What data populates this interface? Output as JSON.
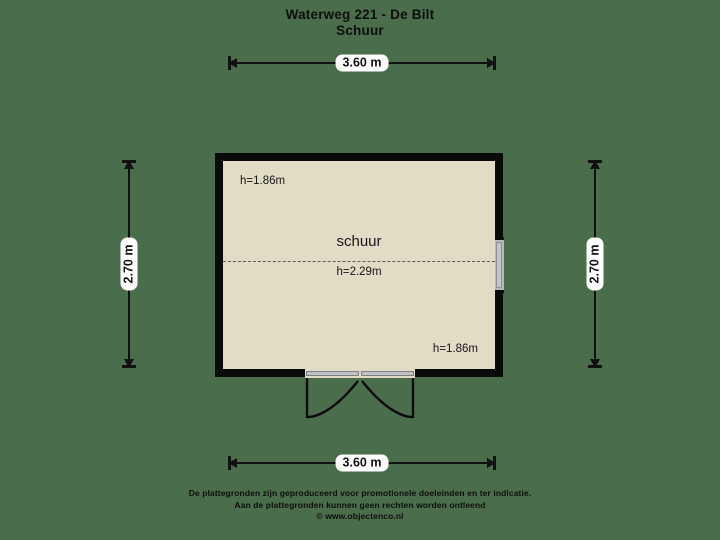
{
  "page": {
    "background_color": "#4a6e4c",
    "wall_color": "#0a0a0a",
    "interior_color": "#e2dcc6"
  },
  "title": {
    "line1": "Waterweg 221 - De Bilt",
    "line2": "Schuur"
  },
  "dimensions": {
    "top": "3.60 m",
    "bottom": "3.60 m",
    "left": "2.70 m",
    "right": "2.70 m"
  },
  "floorplan": {
    "room_name": "schuur",
    "room_height": "h=2.29m",
    "height_note_top_left": "h=1.86m",
    "height_note_bottom_right": "h=1.86m",
    "window_label": "window-right-wall",
    "door_label": "double-door-bottom-wall"
  },
  "footer": {
    "line1": "De plattegronden zijn geproduceerd voor promotionele doeleinden en ter indicatie.",
    "line2": "Aan de plattegronden kunnen geen rechten worden ontleend",
    "line3": "© www.objectenco.nl"
  }
}
